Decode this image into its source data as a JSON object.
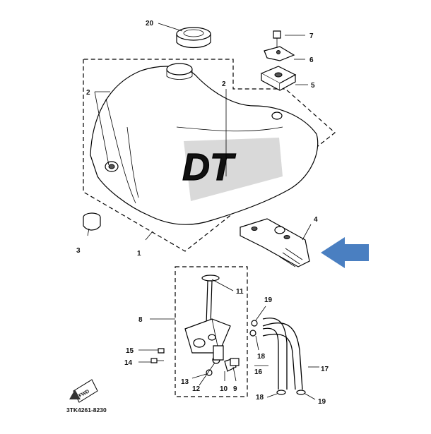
{
  "diagram_code": "3TK4261-8230",
  "fwd_label": "FWD",
  "accent_arrow_color": "#4a7fc1",
  "callouts": {
    "n1": "1",
    "n2a": "2",
    "n2b": "2",
    "n3": "3",
    "n4": "4",
    "n5": "5",
    "n6": "6",
    "n7": "7",
    "n8": "8",
    "n9": "9",
    "n10": "10",
    "n11": "11",
    "n12": "12",
    "n13": "13",
    "n14": "14",
    "n15": "15",
    "n16": "16",
    "n17": "17",
    "n18a": "18",
    "n18b": "18",
    "n19a": "19",
    "n19b": "19",
    "n20": "20"
  }
}
